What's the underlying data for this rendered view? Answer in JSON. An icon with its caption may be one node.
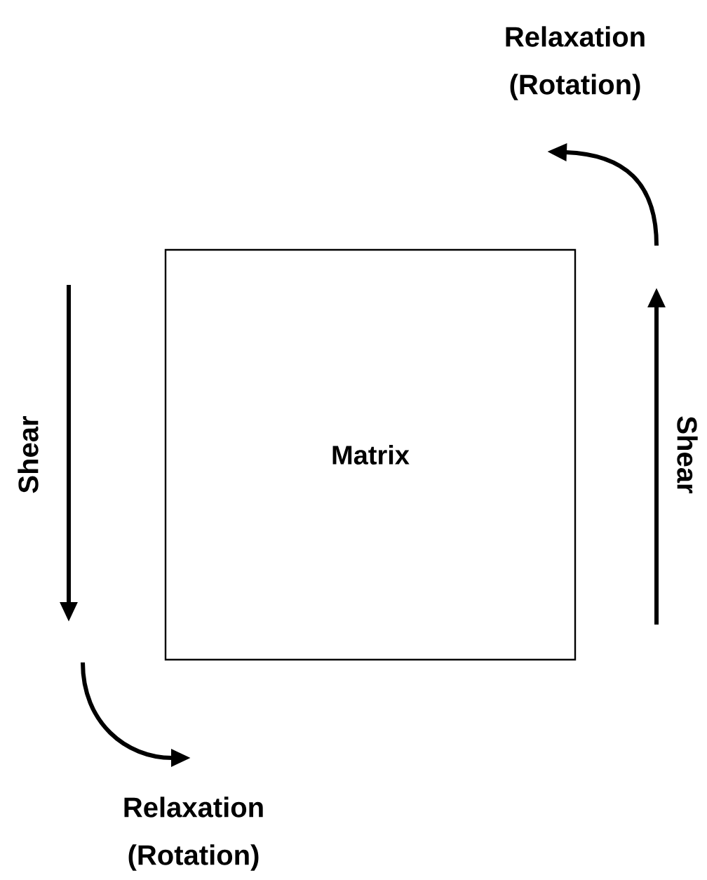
{
  "diagram": {
    "nodes": [
      {
        "text": [
          "Matrix"
        ]
      }
    ],
    "labels": [
      "Relaxation (Rotation)",
      "Shear",
      "Shear",
      "Relaxation (Rotation)"
    ]
  }
}
